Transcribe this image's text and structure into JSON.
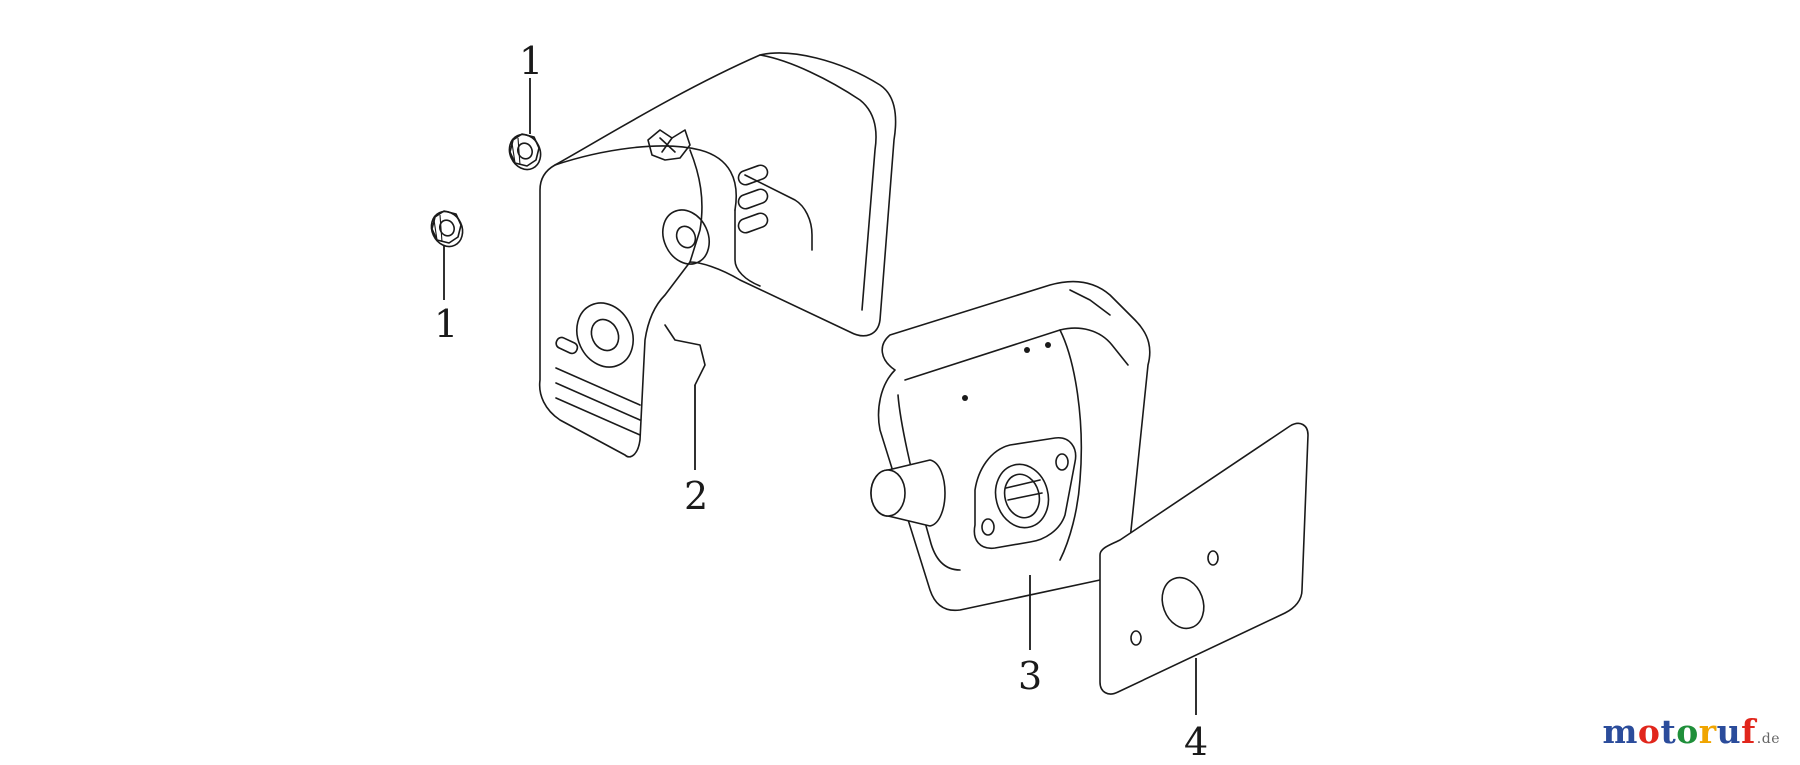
{
  "callouts": [
    {
      "id": "nut-upper",
      "label": "1"
    },
    {
      "id": "nut-lower",
      "label": "1"
    },
    {
      "id": "muffler-cover",
      "label": "2"
    },
    {
      "id": "muffler",
      "label": "3"
    },
    {
      "id": "gasket",
      "label": "4"
    }
  ],
  "brand": {
    "name_parts": [
      "m",
      "o",
      "t",
      "o",
      "r",
      "u",
      "f"
    ],
    "name_colors": [
      "#2b4c9b",
      "#e1261c",
      "#2b4c9b",
      "#1f8f3a",
      "#f0a500",
      "#2b4c9b",
      "#e1261c"
    ],
    "tld": ".de"
  },
  "colors": {
    "line": "#1a1a1a",
    "background": "#ffffff"
  },
  "icons": [
    "hex-flange-nut-icon",
    "muffler-heat-shield-icon",
    "muffler-icon",
    "gasket-icon"
  ]
}
